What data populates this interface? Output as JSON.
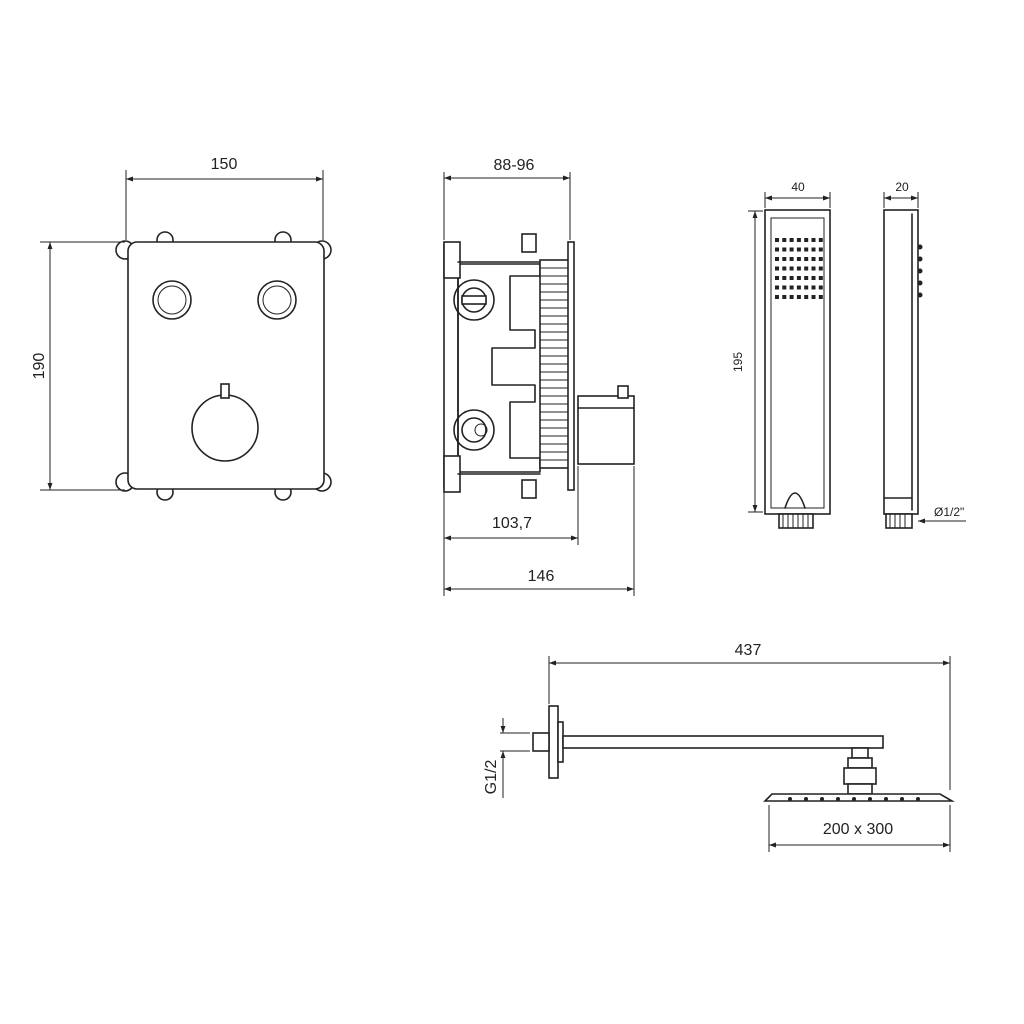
{
  "dimensions": {
    "panel_width": "150",
    "panel_height": "190",
    "box_depth": "88-96",
    "box_depth_valve": "103,7",
    "box_depth_total": "146",
    "handshower_width": "40",
    "handshower_depth": "20",
    "handshower_height": "195",
    "handshower_thread": "Ø1/2\"",
    "arm_length": "437",
    "arm_thread": "G1/2",
    "head_size": "200 x 300"
  }
}
